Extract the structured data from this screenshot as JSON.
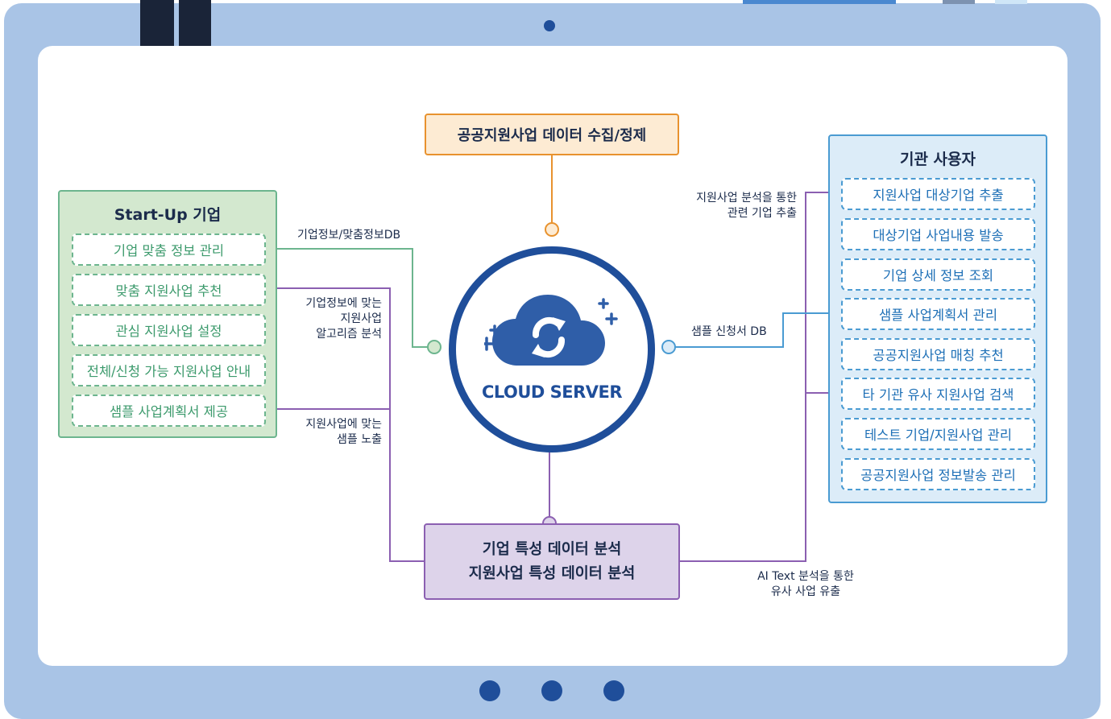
{
  "top_box": "공공지원사업 데이터 수집/정제",
  "startup": {
    "title": "Start-Up 기업",
    "items": [
      "기업 맞춤 정보 관리",
      "맞춤 지원사업 추천",
      "관심 지원사업 설정",
      "전체/신청 가능 지원사업 안내",
      "샘플 사업계획서 제공"
    ]
  },
  "institution": {
    "title": "기관 사용자",
    "items": [
      "지원사업 대상기업 추출",
      "대상기업 사업내용 발송",
      "기업 상세 정보 조회",
      "샘플 사업계획서 관리",
      "공공지원사업 매칭 추천",
      "타 기관 유사 지원사업 검색",
      "테스트 기업/지원사업 관리",
      "공공지원사업 정보발송 관리"
    ]
  },
  "center": {
    "label": "CLOUD SERVER"
  },
  "bottom_box": {
    "line1": "기업 특성 데이터 분석",
    "line2": "지원사업 특성 데이터 분석"
  },
  "labels": {
    "db": "기업정보/맞춤정보DB",
    "algo": [
      "기업정보에 맞는",
      "지원사업",
      "알고리즘 분석"
    ],
    "sample_expose": [
      "지원사업에 맞는",
      "샘플 노출"
    ],
    "extract": [
      "지원사업 분석을 통한",
      "관련 기업 추출"
    ],
    "sample_db": "샘플 신청서 DB",
    "ai_text": [
      "AI Text 분석을 통한",
      "유사 사업 유출"
    ]
  },
  "colors": {
    "frame": "#a9c4e6",
    "navy": "#1f4e9a",
    "green": "#6cb58e",
    "blue": "#4a9bd2",
    "purple": "#8b5fb1",
    "orange": "#e8922e"
  }
}
